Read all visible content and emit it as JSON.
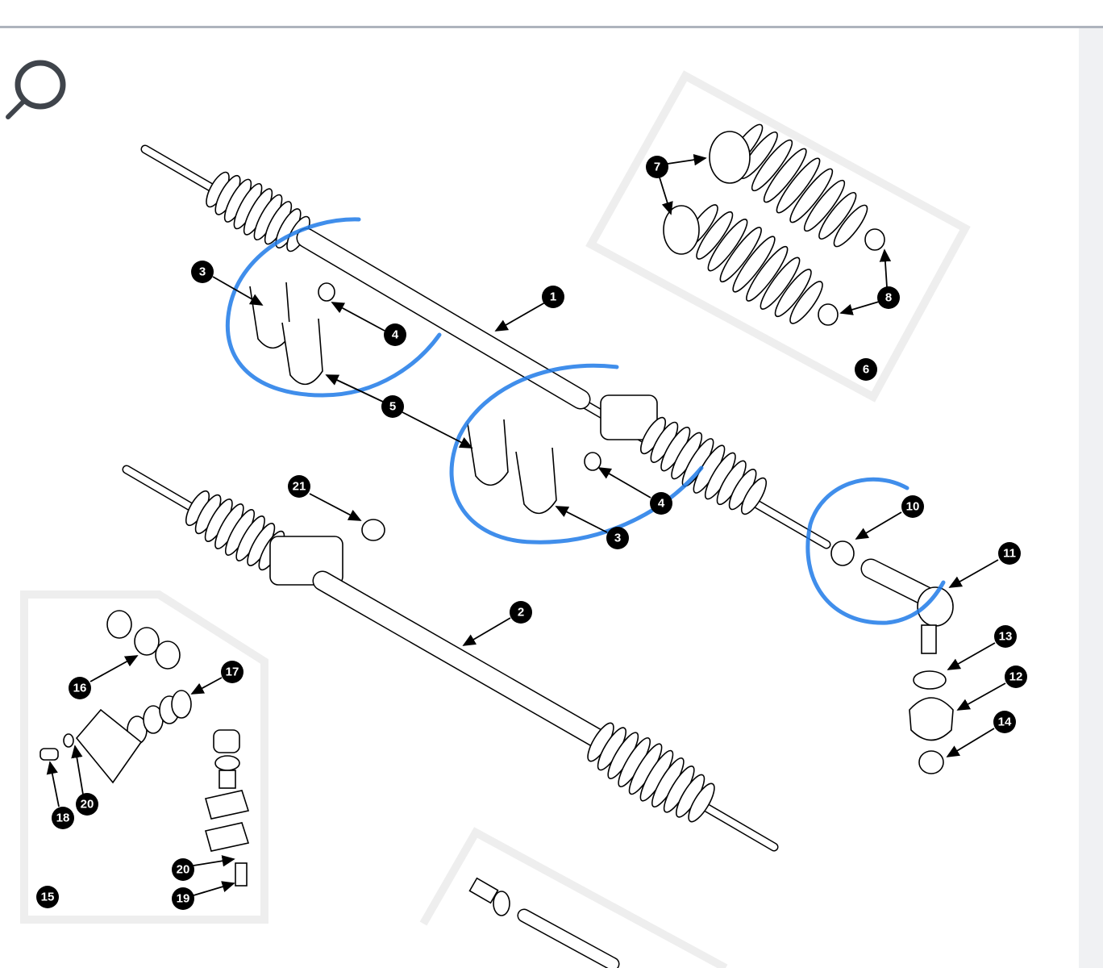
{
  "toolbar": {
    "zoom_icon": "magnifier-icon"
  },
  "callouts": [
    "1",
    "2",
    "3",
    "4",
    "5",
    "3",
    "4",
    "6",
    "7",
    "8",
    "10",
    "11",
    "12",
    "13",
    "14",
    "15",
    "16",
    "17",
    "18",
    "19",
    "20",
    "20",
    "21"
  ],
  "colors": {
    "annotation": "#1e7ae8",
    "divider": "#aeb4bd",
    "sidebar": "#f0f1f3"
  }
}
